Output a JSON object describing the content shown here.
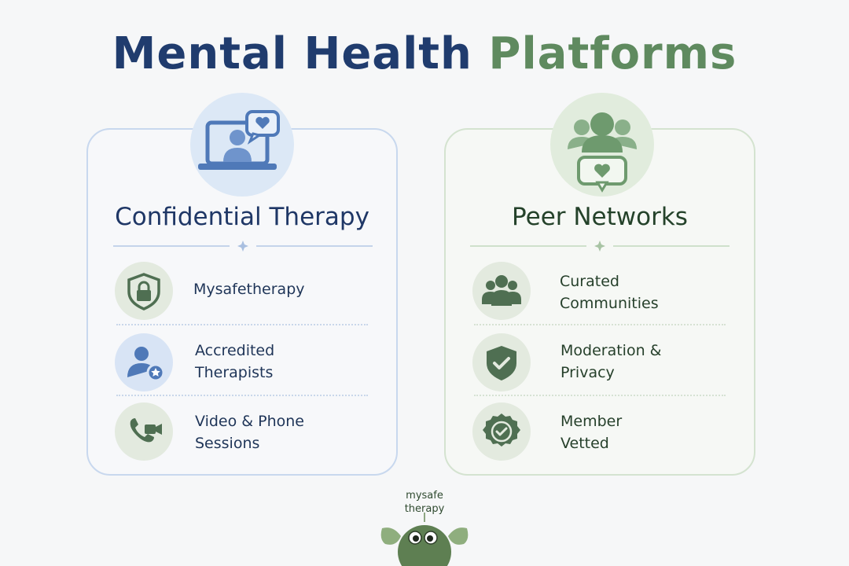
{
  "title": {
    "part1": "Mental Health",
    "part2": "Platforms"
  },
  "left_card": {
    "title": "Confidential Therapy",
    "items": [
      {
        "label": "Mysafetherapy",
        "icon": "shield-lock-icon"
      },
      {
        "label": "Accredited\nTherapists",
        "icon": "accredited-therapist-icon"
      },
      {
        "label": "Video & Phone\nSessions",
        "icon": "phone-video-icon"
      }
    ],
    "badge_icon": "laptop-chat-heart-icon"
  },
  "right_card": {
    "title": "Peer Networks",
    "items": [
      {
        "label": "Curated\nCommunities",
        "icon": "people-group-icon"
      },
      {
        "label": "Moderation &\nPrivacy",
        "icon": "shield-check-icon"
      },
      {
        "label": "Member\nVetted",
        "icon": "verified-badge-icon"
      }
    ],
    "badge_icon": "group-chat-heart-icon"
  },
  "mascot": {
    "label_line1": "mysafe",
    "label_line2": "therapy",
    "icon": "mascot-creature-icon"
  },
  "colors": {
    "navy": "#203c6e",
    "sage": "#5f8a5f",
    "left_accent": "#5b86c4",
    "right_accent": "#5a7f5b"
  }
}
